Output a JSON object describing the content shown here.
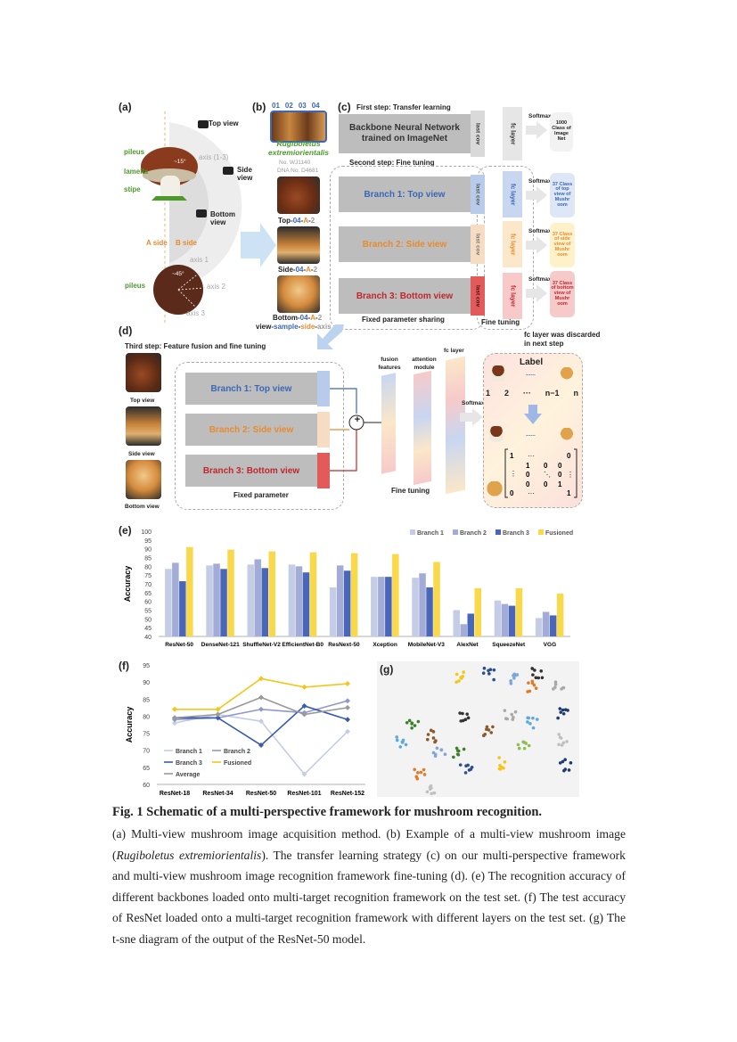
{
  "panel_labels": {
    "a": "(a)",
    "b": "(b)",
    "c": "(c)",
    "d": "(d)",
    "e": "(e)",
    "f": "(f)",
    "g": "(g)"
  },
  "panel_a": {
    "top_view": "Top view",
    "side_view": "Side view",
    "bottom_view": "Bottom view",
    "pileus": "pileus",
    "lamella": "lamella",
    "stipe": "stipe",
    "axis_13": "axis (1-3)",
    "angle": "~15°",
    "a_side": "A side",
    "b_side": "B side",
    "axis1": "axis 1",
    "axis2": "axis 2",
    "axis3": "axis 3",
    "pileus2": "pileus",
    "angle2": "~45°"
  },
  "panel_b": {
    "numbers": [
      "01",
      "02",
      "03",
      "04"
    ],
    "species": "Rugiboletus extremiorientalis",
    "no": "No. WJ1140",
    "dna": "DNA No. D4681",
    "top_label": [
      "Top-",
      "04",
      "-",
      "A",
      "-",
      "2"
    ],
    "side_label": [
      "Side-",
      "04",
      "-",
      "A",
      "-",
      "2"
    ],
    "bottom_label": [
      "Bottom-",
      "04",
      "-",
      "A",
      "-",
      "2"
    ],
    "legend": [
      "view-",
      "sample",
      "-",
      "side",
      "-",
      "axis"
    ]
  },
  "panel_c": {
    "first_step": "First step: Transfer learning",
    "backbone": "Backbone Neural Network trained on ImageNet",
    "last_cov": "last cov",
    "fc_layer": "fc layer",
    "softmax": "Softmax",
    "imagenet_class": "1000 Class of Image Net",
    "second_step": "Second step: Fine tuning",
    "branch1": "Branch 1: Top view",
    "branch2": "Branch 2: Side view",
    "branch3": "Branch 3: Bottom view",
    "class_top": "37 Class of top view of Mushr oom",
    "class_side": "37 Class of side view of Mushr oom",
    "class_bottom": "37 Class of bottom view of Mushr oom",
    "fixed_sharing": "Fixed parameter sharing",
    "fine_tuning": "Fine tuning",
    "discarded": "fc layer was discarded in next step"
  },
  "panel_d": {
    "third_step": "Third step: Feature fusion and fine tuning",
    "top_view": "Top view",
    "side_view": "Side view",
    "bottom_view": "Bottom view",
    "branch1": "Branch 1: Top view",
    "branch2": "Branch 2: Side view",
    "branch3": "Branch 3: Bottom view",
    "fixed_parameter": "Fixed parameter",
    "fusion_features": "fusion features",
    "attention_module": "attention module",
    "fc_layer": "fc layer",
    "softmax": "Softmax",
    "fine_tuning": "Fine tuning",
    "label": "Label",
    "dots": "......",
    "vector": [
      "1",
      "2",
      "···",
      "n−1",
      "n"
    ],
    "plus": "+"
  },
  "colors": {
    "branch1": "#c5cde6",
    "branch2": "#a3acd6",
    "branch3": "#4a66b8",
    "fusioned": "#f9d84a",
    "blue_text": "#3a67b7",
    "orange_text": "#e98a2c",
    "red_text": "#c0272d"
  },
  "chart_data": [
    {
      "type": "bar",
      "ylabel": "Accuracy",
      "ylim": [
        40,
        100
      ],
      "yticks": [
        40,
        45,
        50,
        55,
        60,
        65,
        70,
        75,
        80,
        85,
        90,
        95,
        100
      ],
      "categories": [
        "ResNet-50",
        "DenseNet-121",
        "ShuffleNet-V2",
        "EfficientNet-B0",
        "ResNext-50",
        "Xception",
        "MobileNet-V3",
        "AlexNet",
        "SqueezeNet",
        "VGG"
      ],
      "series": [
        {
          "name": "Branch 1",
          "color": "#c5cde6",
          "values": [
            78.5,
            80.5,
            81,
            81,
            68,
            74,
            73.5,
            55,
            60.5,
            50.5
          ]
        },
        {
          "name": "Branch 2",
          "color": "#a3acd6",
          "values": [
            82,
            81.5,
            84,
            80,
            80.5,
            74,
            76,
            47,
            58.5,
            54
          ]
        },
        {
          "name": "Branch 3",
          "color": "#4a66b8",
          "values": [
            71.5,
            78.5,
            79,
            76.5,
            77.5,
            74,
            68,
            53,
            57.5,
            52
          ]
        },
        {
          "name": "Fusioned",
          "color": "#f9d84a",
          "values": [
            91,
            89.5,
            88.5,
            88,
            87.5,
            87,
            82.5,
            67.5,
            67.5,
            64.5
          ]
        }
      ],
      "legend": "top-right",
      "grid": false
    },
    {
      "type": "line",
      "ylabel": "Accuracy",
      "ylim": [
        60,
        95
      ],
      "yticks": [
        60,
        65,
        70,
        75,
        80,
        85,
        90,
        95
      ],
      "categories": [
        "ResNet-18",
        "ResNet-34",
        "ResNet-50",
        "ResNet-101",
        "ResNet-152"
      ],
      "series": [
        {
          "name": "Branch 1",
          "color": "#c5cde6",
          "values": [
            78,
            80.5,
            78.5,
            63,
            75.5
          ]
        },
        {
          "name": "Branch 2",
          "color": "#8e98cc",
          "values": [
            79,
            79.5,
            82,
            81,
            84.5
          ]
        },
        {
          "name": "Branch 3",
          "color": "#3b5cad",
          "values": [
            79.5,
            79.5,
            71.5,
            83,
            79
          ]
        },
        {
          "name": "Fusioned",
          "color": "#f5c518",
          "values": [
            82,
            82,
            91,
            88.5,
            89.5
          ]
        },
        {
          "name": "Average",
          "color": "#9a9a9a",
          "values": [
            79.5,
            80.5,
            85.5,
            80.5,
            82.5
          ]
        }
      ],
      "legend": "bottom-left",
      "grid": false
    }
  ],
  "caption": {
    "title": "Fig. 1 Schematic of a multi-perspective framework for mushroom recognition.",
    "p1": "(a) Multi-view mushroom image acquisition method. (b) Example of a multi-view mushroom image (",
    "p1_italic": "Rugiboletus extremiorientalis",
    "p2": "). The transfer learning strategy (c) on our multi-perspective framework and multi-view mushroom image recognition framework fine-tuning (d). (e) The recognition accuracy of different backbones loaded onto multi-target recognition framework on the test set. (f) The test accuracy of ResNet loaded onto a multi-target recognition framework with different layers on the test set. (g) The t-sne diagram of the output of the ResNet-50 model."
  }
}
